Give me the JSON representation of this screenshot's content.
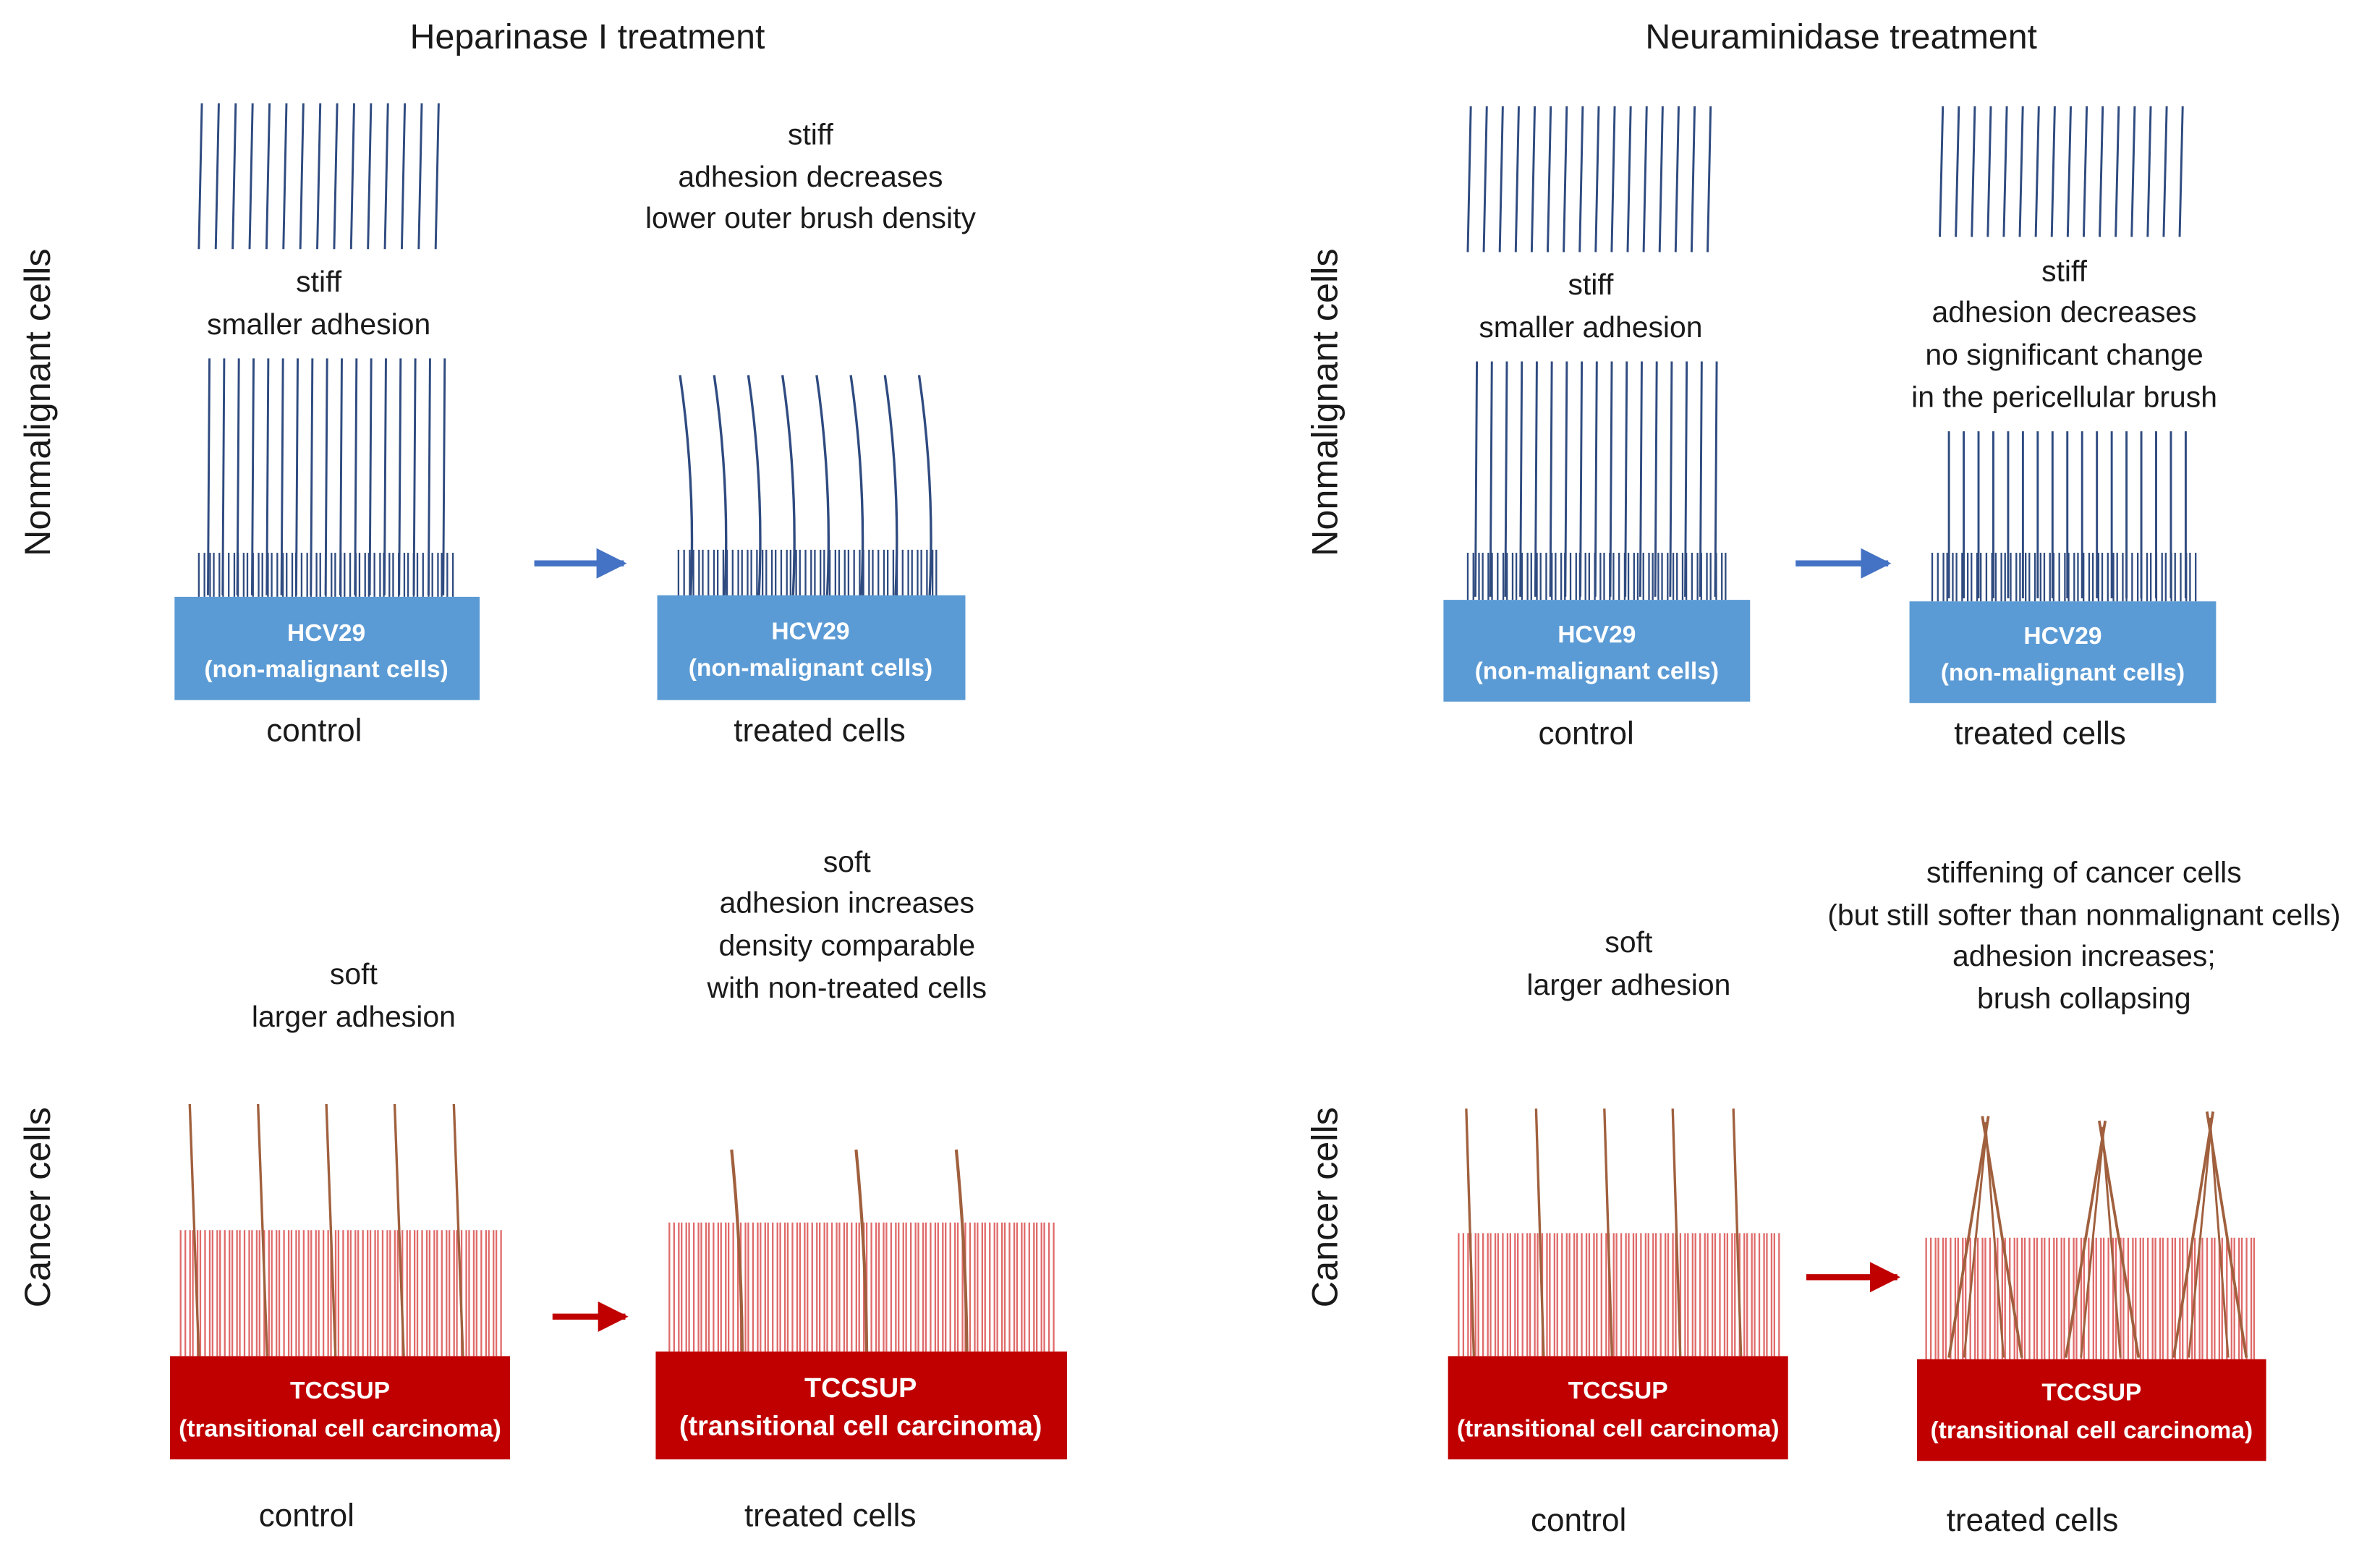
{
  "headings": {
    "left": "Heparinase I treatment",
    "right": "Neuraminidase treatment"
  },
  "row_labels": {
    "nonmalignant": "Nonmalignant cells",
    "cancer": "Cancer cells"
  },
  "cells": {
    "hcv29": {
      "name": "HCV29",
      "desc": "(non-malignant cells)"
    },
    "tccsup": {
      "name": "TCCSUP",
      "desc": "(transitional cell carcinoma)"
    }
  },
  "captions": {
    "control": "control",
    "treated": "treated cells"
  },
  "heparinase": {
    "nonmalignant_control": [
      "stiff",
      "smaller adhesion"
    ],
    "nonmalignant_treated": [
      "stiff",
      "adhesion decreases",
      "lower outer brush density"
    ],
    "cancer_control": [
      "soft",
      "larger adhesion"
    ],
    "cancer_treated": [
      "soft",
      "adhesion increases",
      "density comparable",
      "with non-treated cells"
    ]
  },
  "neuraminidase": {
    "nonmalignant_control": [
      "stiff",
      "smaller adhesion"
    ],
    "nonmalignant_treated": [
      "stiff",
      "adhesion decreases",
      "no significant change",
      "in the pericellular brush"
    ],
    "cancer_control": [
      "soft",
      "larger adhesion"
    ],
    "cancer_treated": [
      "stiffening of cancer cells",
      "(but still softer than nonmalignant cells)",
      "adhesion increases;",
      "brush collapsing"
    ]
  },
  "colors": {
    "nonmalignant_box": "#5b9bd5",
    "nonmalignant_brush": "#2f4b80",
    "cancer_box": "#c00000",
    "cancer_inner_brush": "#e06a6a",
    "cancer_outer_brush": "#a0603e",
    "arrow_nonmalignant": "#4472c4",
    "arrow_cancer": "#c00000"
  }
}
